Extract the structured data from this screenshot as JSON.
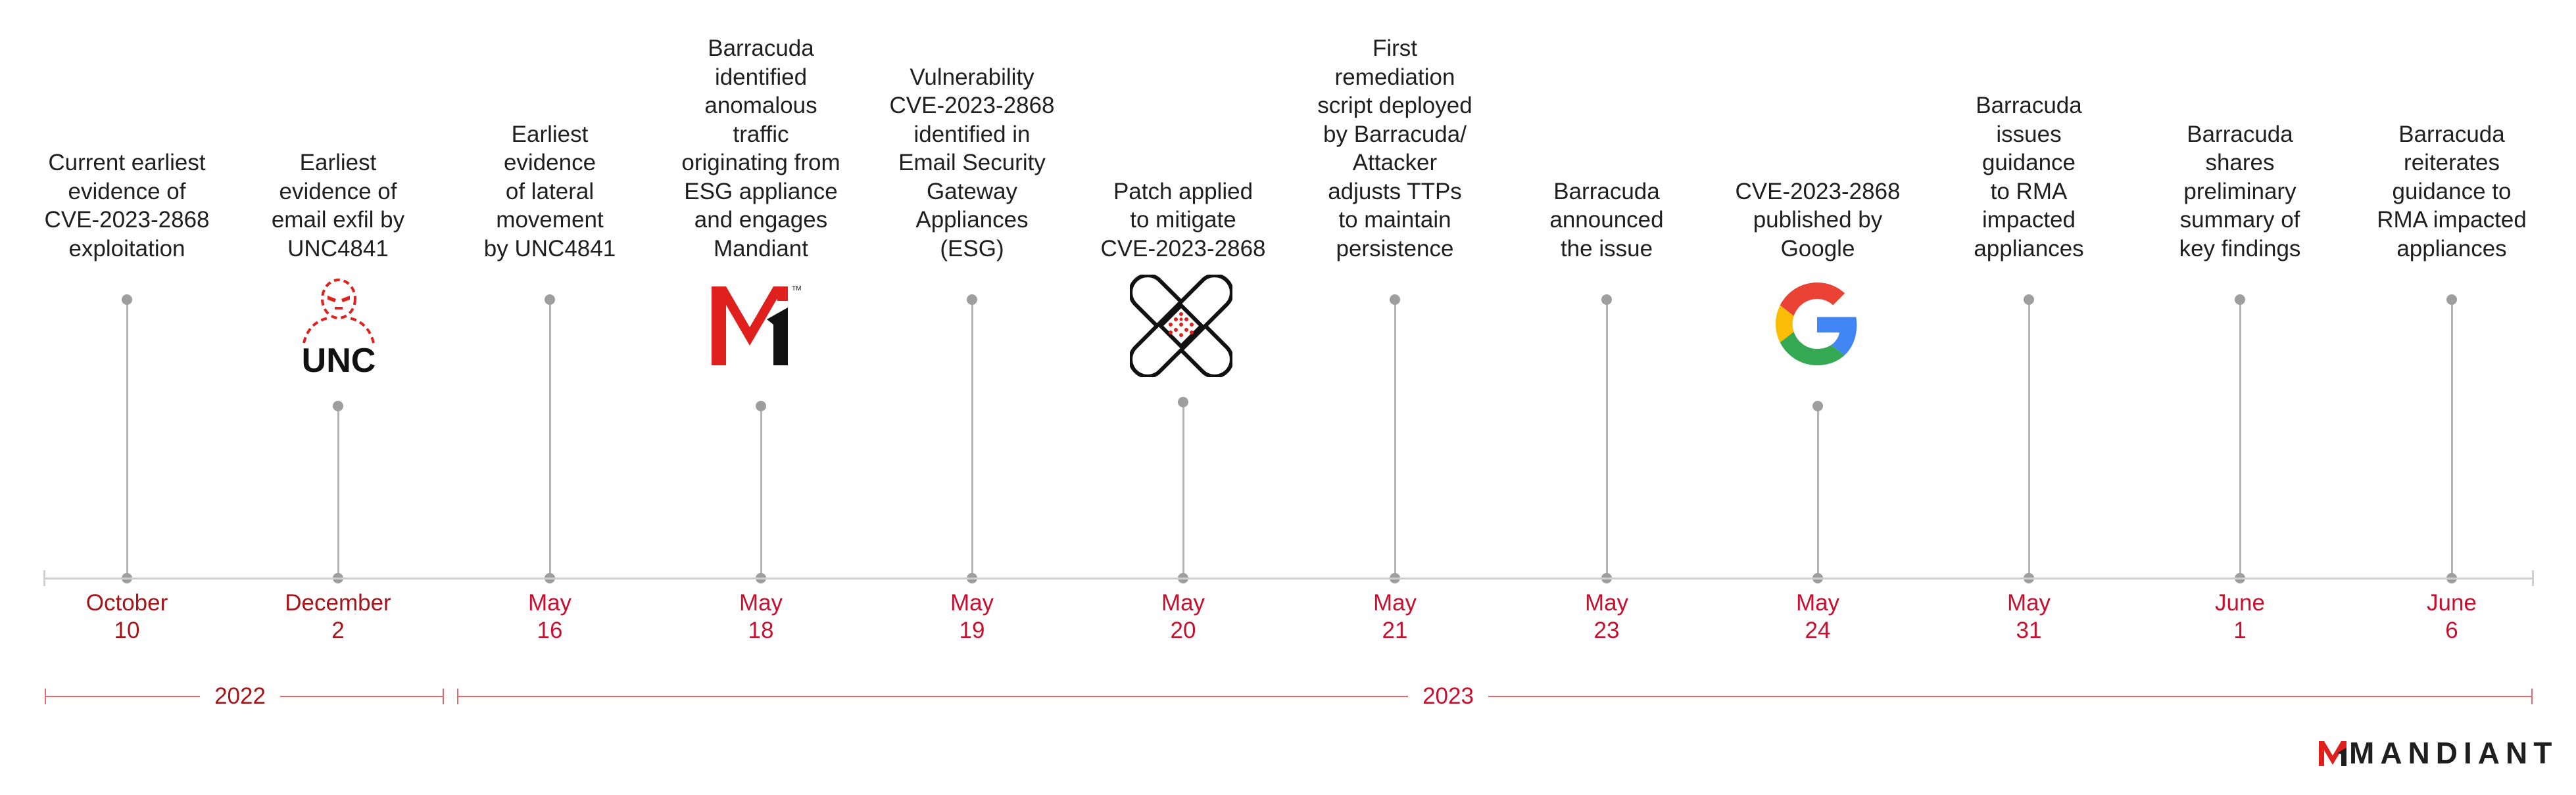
{
  "events": [
    {
      "lines": [
        "Current earliest",
        "evidence of",
        "CVE-2023-2868",
        "exploitation"
      ],
      "date": [
        "October",
        "10"
      ],
      "stem": "long",
      "icon": "",
      "year": "2022"
    },
    {
      "lines": [
        "Earliest",
        "evidence of",
        "email exfil by",
        "UNC4841"
      ],
      "date": [
        "December",
        "2"
      ],
      "stem": "short",
      "icon": "threat-actor-unc-icon",
      "year": "2022"
    },
    {
      "lines": [
        "Earliest",
        "evidence",
        "of lateral",
        "movement",
        "by UNC4841"
      ],
      "date": [
        "May",
        "16"
      ],
      "stem": "long",
      "icon": "",
      "year": "2023"
    },
    {
      "lines": [
        "Barracuda",
        "identified",
        "anomalous",
        "traffic",
        "originating from",
        "ESG appliance",
        "and engages",
        "Mandiant"
      ],
      "date": [
        "May",
        "18"
      ],
      "stem": "short",
      "icon": "mandiant-m-icon",
      "year": "2023"
    },
    {
      "lines": [
        "Vulnerability",
        "CVE-2023-2868",
        "identified in",
        "Email Security",
        "Gateway",
        "Appliances",
        "(ESG)"
      ],
      "date": [
        "May",
        "19"
      ],
      "stem": "long",
      "icon": "",
      "year": "2023"
    },
    {
      "lines": [
        "Patch applied",
        "to mitigate",
        "CVE-2023-2868"
      ],
      "date": [
        "May",
        "20"
      ],
      "stem": "short",
      "icon": "bandage-patch-icon",
      "year": "2023"
    },
    {
      "lines": [
        "First",
        "remediation",
        "script deployed",
        "by Barracuda/",
        "Attacker",
        "adjusts TTPs",
        "to maintain",
        "persistence"
      ],
      "date": [
        "May",
        "21"
      ],
      "stem": "long",
      "icon": "",
      "year": "2023"
    },
    {
      "lines": [
        "Barracuda",
        "announced",
        "the issue"
      ],
      "date": [
        "May",
        "23"
      ],
      "stem": "long",
      "icon": "",
      "year": "2023"
    },
    {
      "lines": [
        "CVE-2023-2868",
        "published by",
        "Google"
      ],
      "date": [
        "May",
        "24"
      ],
      "stem": "short",
      "icon": "google-g-icon",
      "year": "2023"
    },
    {
      "lines": [
        "Barracuda",
        "issues",
        "guidance",
        "to RMA",
        "impacted",
        "appliances"
      ],
      "date": [
        "May",
        "31"
      ],
      "stem": "long",
      "icon": "",
      "year": "2023"
    },
    {
      "lines": [
        "Barracuda",
        "shares",
        "preliminary",
        "summary of",
        "key findings"
      ],
      "date": [
        "June",
        "1"
      ],
      "stem": "long",
      "icon": "",
      "year": "2023"
    },
    {
      "lines": [
        "Barracuda",
        "reiterates",
        "guidance to",
        "RMA impacted",
        "appliances"
      ],
      "date": [
        "June",
        "6"
      ],
      "stem": "long",
      "icon": "",
      "year": "2023"
    }
  ],
  "years": [
    "2022",
    "2023"
  ],
  "icons": {
    "threat_actor_label": "UNC"
  },
  "logo": {
    "brand": "MANDIANT"
  },
  "colors": {
    "accent_red": "#c8102e",
    "dark_red": "#a51419",
    "stem_gray": "#b4b4b4",
    "dot_gray": "#9e9e9e",
    "text": "#1f1f1f"
  }
}
